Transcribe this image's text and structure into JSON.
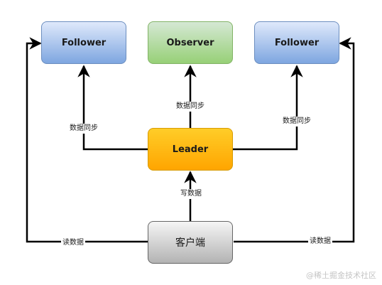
{
  "nodes": {
    "follower_left": "Follower",
    "observer": "Observer",
    "follower_right": "Follower",
    "leader": "Leader",
    "client": "客户端"
  },
  "edges": {
    "leader_to_follower_left": "数据同步",
    "leader_to_observer": "数据同步",
    "leader_to_follower_right": "数据同步",
    "client_to_leader": "写数据",
    "client_read_left": "读数据",
    "client_read_right": "读数据"
  },
  "watermark": "@稀土掘金技术社区",
  "colors": {
    "follower": "#7ea6e0",
    "observer": "#97d077",
    "leader": "#ffa500",
    "client": "#b3b3b3",
    "line": "#000000"
  }
}
